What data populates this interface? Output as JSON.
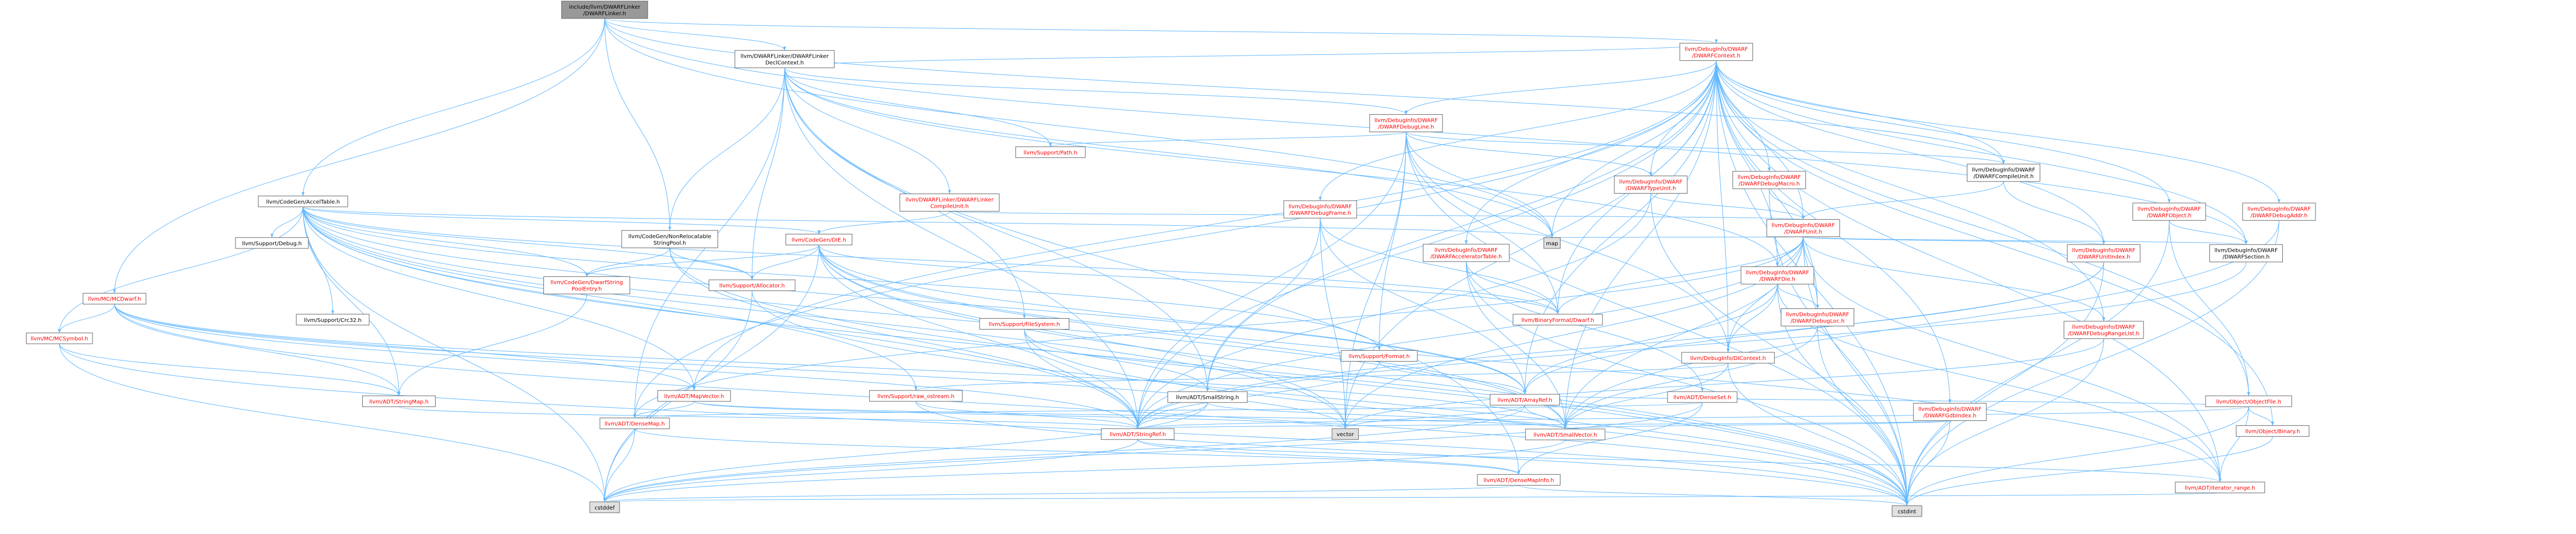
{
  "colors": {
    "root_fill": "#999999",
    "node_fill": "#ffffff",
    "leaf_fill": "#e0e0e0",
    "border": "#666666",
    "edge": "#63b8ff",
    "text_normal": "#000000",
    "text_link": "#ff0000"
  },
  "nodes": [
    {
      "id": "root",
      "lines": [
        "include/llvm/DWARFLinker",
        "/DWARFLinker.h"
      ],
      "style": "root"
    },
    {
      "id": "declcontext",
      "lines": [
        "llvm/DWARFLinker/DWARFLinker",
        "DeclContext.h"
      ],
      "style": "normal"
    },
    {
      "id": "dwarfcontext",
      "lines": [
        "llvm/DebugInfo/DWARF",
        "/DWARFContext.h"
      ],
      "style": "link"
    },
    {
      "id": "accel",
      "lines": [
        "llvm/CodeGen/AccelTable.h"
      ],
      "style": "normal"
    },
    {
      "id": "mcdwarf",
      "lines": [
        "llvm/MC/MCDwarf.h"
      ],
      "style": "link"
    },
    {
      "id": "nonreloc",
      "lines": [
        "llvm/CodeGen/NonRelocatable",
        "StringPool.h"
      ],
      "style": "normal"
    },
    {
      "id": "compileunit",
      "lines": [
        "llvm/DWARFLinker/DWARFLinker",
        "CompileUnit.h"
      ],
      "style": "link"
    },
    {
      "id": "debugline",
      "lines": [
        "llvm/DebugInfo/DWARF",
        "/DWARFDebugLine.h"
      ],
      "style": "link"
    },
    {
      "id": "path",
      "lines": [
        "llvm/Support/Path.h"
      ],
      "style": "link"
    },
    {
      "id": "filesystem",
      "lines": [
        "llvm/Support/FileSystem.h"
      ],
      "style": "link"
    },
    {
      "id": "die",
      "lines": [
        "llvm/CodeGen/DIE.h"
      ],
      "style": "link"
    },
    {
      "id": "debugframe",
      "lines": [
        "llvm/DebugInfo/DWARF",
        "/DWARFDebugFrame.h"
      ],
      "style": "link"
    },
    {
      "id": "typeunit",
      "lines": [
        "llvm/DebugInfo/DWARF",
        "/DWARFTypeUnit.h"
      ],
      "style": "link"
    },
    {
      "id": "debugmacro",
      "lines": [
        "llvm/DebugInfo/DWARF",
        "/DWARFDebugMacro.h"
      ],
      "style": "link"
    },
    {
      "id": "dwcompileunit",
      "lines": [
        "llvm/DebugInfo/DWARF",
        "/DWARFCompileUnit.h"
      ],
      "style": "normal"
    },
    {
      "id": "dwunit",
      "lines": [
        "llvm/DebugInfo/DWARF",
        "/DWARFUnit.h"
      ],
      "style": "link"
    },
    {
      "id": "dwobject",
      "lines": [
        "llvm/DebugInfo/DWARF",
        "/DWARFObject.h"
      ],
      "style": "link"
    },
    {
      "id": "debugaddr",
      "lines": [
        "llvm/DebugInfo/DWARF",
        "/DWARFDebugAddr.h"
      ],
      "style": "link"
    },
    {
      "id": "supportdebug",
      "lines": [
        "llvm/Support/Debug.h"
      ],
      "style": "normal"
    },
    {
      "id": "dwaccel",
      "lines": [
        "llvm/DebugInfo/DWARF",
        "/DWARFAcceleratorTable.h"
      ],
      "style": "link"
    },
    {
      "id": "dwdie",
      "lines": [
        "llvm/DebugInfo/DWARF",
        "/DWARFDie.h"
      ],
      "style": "link"
    },
    {
      "id": "unitindex",
      "lines": [
        "llvm/DebugInfo/DWARF",
        "/DWARFUnitIndex.h"
      ],
      "style": "link"
    },
    {
      "id": "dwsection",
      "lines": [
        "llvm/DebugInfo/DWARF",
        "/DWARFSection.h"
      ],
      "style": "normal"
    },
    {
      "id": "map",
      "lines": [
        "map"
      ],
      "style": "leaf"
    },
    {
      "id": "crc",
      "lines": [
        "llvm/Support/Crc32.h"
      ],
      "style": "normal"
    },
    {
      "id": "dwarfstrpool",
      "lines": [
        "llvm/CodeGen/DwarfString",
        "PoolEntry.h"
      ],
      "style": "link"
    },
    {
      "id": "allocator",
      "lines": [
        "llvm/Support/Allocator.h"
      ],
      "style": "link"
    },
    {
      "id": "binformat",
      "lines": [
        "llvm/BinaryFormat/Dwarf.h"
      ],
      "style": "link"
    },
    {
      "id": "debuglist",
      "lines": [
        "llvm/DebugInfo/DWARF",
        "/DWARFDebugLoc.h"
      ],
      "style": "link"
    },
    {
      "id": "mcsymbol",
      "lines": [
        "llvm/MC/MCSymbol.h"
      ],
      "style": "link"
    },
    {
      "id": "format",
      "lines": [
        "llvm/Support/Format.h"
      ],
      "style": "link"
    },
    {
      "id": "dicontext",
      "lines": [
        "llvm/DebugInfo/DIContext.h"
      ],
      "style": "link"
    },
    {
      "id": "rangelist",
      "lines": [
        "llvm/DebugInfo/DWARF",
        "/DWARFDebugRangeList.h"
      ],
      "style": "link"
    },
    {
      "id": "stringmap",
      "lines": [
        "llvm/ADT/StringMap.h"
      ],
      "style": "link"
    },
    {
      "id": "mapvector",
      "lines": [
        "llvm/ADT/MapVector.h"
      ],
      "style": "link"
    },
    {
      "id": "rawostream",
      "lines": [
        "llvm/Support/raw_ostream.h"
      ],
      "style": "link"
    },
    {
      "id": "smallstring",
      "lines": [
        "llvm/ADT/SmallString.h"
      ],
      "style": "normal"
    },
    {
      "id": "arrayref",
      "lines": [
        "llvm/ADT/ArrayRef.h"
      ],
      "style": "link"
    },
    {
      "id": "denseset",
      "lines": [
        "llvm/ADT/DenseSet.h"
      ],
      "style": "link"
    },
    {
      "id": "gdbindex",
      "lines": [
        "llvm/DebugInfo/DWARF",
        "/DWARFGdbIndex.h"
      ],
      "style": "link"
    },
    {
      "id": "objectfile",
      "lines": [
        "llvm/Object/ObjectFile.h"
      ],
      "style": "link"
    },
    {
      "id": "densemap",
      "lines": [
        "llvm/ADT/DenseMap.h"
      ],
      "style": "link"
    },
    {
      "id": "stringref",
      "lines": [
        "llvm/ADT/StringRef.h"
      ],
      "style": "link"
    },
    {
      "id": "vector",
      "lines": [
        "vector"
      ],
      "style": "leaf"
    },
    {
      "id": "smallvector",
      "lines": [
        "llvm/ADT/SmallVector.h"
      ],
      "style": "link"
    },
    {
      "id": "binary",
      "lines": [
        "llvm/Object/Binary.h"
      ],
      "style": "link"
    },
    {
      "id": "densemapinfo",
      "lines": [
        "llvm/ADT/DenseMapInfo.h"
      ],
      "style": "link"
    },
    {
      "id": "iterrange",
      "lines": [
        "llvm/ADT/iterator_range.h"
      ],
      "style": "link"
    },
    {
      "id": "cstddef",
      "lines": [
        "cstddef"
      ],
      "style": "leaf"
    },
    {
      "id": "cstdint",
      "lines": [
        "cstdint"
      ],
      "style": "leaf"
    }
  ],
  "edges": [
    [
      "root",
      "declcontext"
    ],
    [
      "root",
      "dwarfcontext"
    ],
    [
      "root",
      "accel"
    ],
    [
      "root",
      "mcdwarf"
    ],
    [
      "root",
      "nonreloc"
    ],
    [
      "root",
      "dwcompileunit"
    ],
    [
      "root",
      "dwsection"
    ],
    [
      "root",
      "map"
    ],
    [
      "declcontext",
      "compileunit"
    ],
    [
      "declcontext",
      "debugline"
    ],
    [
      "declcontext",
      "path"
    ],
    [
      "declcontext",
      "filesystem"
    ],
    [
      "declcontext",
      "nonreloc"
    ],
    [
      "declcontext",
      "dwdie"
    ],
    [
      "declcontext",
      "densemap"
    ],
    [
      "declcontext",
      "densemapinfo"
    ],
    [
      "declcontext",
      "stringref"
    ],
    [
      "declcontext",
      "allocator"
    ],
    [
      "declcontext",
      "smallstring"
    ],
    [
      "declcontext",
      "map"
    ],
    [
      "declcontext",
      "dwarfcontext"
    ],
    [
      "compileunit",
      "die"
    ],
    [
      "compileunit",
      "dwunit"
    ],
    [
      "dwarfcontext",
      "debugline"
    ],
    [
      "dwarfcontext",
      "debugframe"
    ],
    [
      "dwarfcontext",
      "typeunit"
    ],
    [
      "dwarfcontext",
      "debugmacro"
    ],
    [
      "dwarfcontext",
      "dwcompileunit"
    ],
    [
      "dwarfcontext",
      "dwunit"
    ],
    [
      "dwarfcontext",
      "dwobject"
    ],
    [
      "dwarfcontext",
      "debugaddr"
    ],
    [
      "dwarfcontext",
      "dwaccel"
    ],
    [
      "dwarfcontext",
      "dwdie"
    ],
    [
      "dwarfcontext",
      "unitindex"
    ],
    [
      "dwarfcontext",
      "dwsection"
    ],
    [
      "dwarfcontext",
      "map"
    ],
    [
      "dwarfcontext",
      "debuglist"
    ],
    [
      "dwarfcontext",
      "dicontext"
    ],
    [
      "dwarfcontext",
      "rangelist"
    ],
    [
      "dwarfcontext",
      "gdbindex"
    ],
    [
      "dwarfcontext",
      "objectfile"
    ],
    [
      "dwarfcontext",
      "binary"
    ],
    [
      "dwarfcontext",
      "iterrange"
    ],
    [
      "dwarfcontext",
      "smallvector"
    ],
    [
      "dwarfcontext",
      "stringref"
    ],
    [
      "dwarfcontext",
      "mapvector"
    ],
    [
      "dwarfcontext",
      "smallstring"
    ],
    [
      "dwarfcontext",
      "vector"
    ],
    [
      "dwarfcontext",
      "cstdint"
    ],
    [
      "dwarfcontext",
      "densemap"
    ],
    [
      "dwarfcontext",
      "binformat"
    ],
    [
      "dwarfcontext",
      "arrayref"
    ],
    [
      "accel",
      "supportdebug"
    ],
    [
      "accel",
      "die"
    ],
    [
      "accel",
      "crc"
    ],
    [
      "accel",
      "dwarfstrpool"
    ],
    [
      "accel",
      "allocator"
    ],
    [
      "accel",
      "binformat"
    ],
    [
      "accel",
      "mcsymbol"
    ],
    [
      "accel",
      "stringmap"
    ],
    [
      "accel",
      "mapvector"
    ],
    [
      "accel",
      "rawostream"
    ],
    [
      "accel",
      "stringref"
    ],
    [
      "accel",
      "smallvector"
    ],
    [
      "accel",
      "arrayref"
    ],
    [
      "accel",
      "format"
    ],
    [
      "accel",
      "cstddef"
    ],
    [
      "accel",
      "cstdint"
    ],
    [
      "accel",
      "vector"
    ],
    [
      "accel",
      "map"
    ],
    [
      "mcdwarf",
      "mcsymbol"
    ],
    [
      "mcdwarf",
      "stringmap"
    ],
    [
      "mcdwarf",
      "mapvector"
    ],
    [
      "mcdwarf",
      "stringref"
    ],
    [
      "mcdwarf",
      "smallvector"
    ],
    [
      "mcdwarf",
      "cstdint"
    ],
    [
      "mcdwarf",
      "vector"
    ],
    [
      "nonreloc",
      "dwarfstrpool"
    ],
    [
      "nonreloc",
      "allocator"
    ],
    [
      "nonreloc",
      "stringref"
    ],
    [
      "nonreloc",
      "cstdint"
    ],
    [
      "debugline",
      "path"
    ],
    [
      "debugline",
      "typeunit"
    ],
    [
      "debugline",
      "dwcompileunit"
    ],
    [
      "debugline",
      "dicontext"
    ],
    [
      "debugline",
      "stringref"
    ],
    [
      "debugline",
      "vector"
    ],
    [
      "debugline",
      "map"
    ],
    [
      "debugline",
      "format"
    ],
    [
      "debugline",
      "binformat"
    ],
    [
      "debugline",
      "cstdint"
    ],
    [
      "filesystem",
      "smallstring"
    ],
    [
      "filesystem",
      "stringref"
    ],
    [
      "filesystem",
      "cstdint"
    ],
    [
      "die",
      "dwarfstrpool"
    ],
    [
      "die",
      "allocator"
    ],
    [
      "die",
      "stringref"
    ],
    [
      "die",
      "smallvector"
    ],
    [
      "die",
      "binformat"
    ],
    [
      "die",
      "cstddef"
    ],
    [
      "die",
      "cstdint"
    ],
    [
      "die",
      "vector"
    ],
    [
      "die",
      "iterrange"
    ],
    [
      "die",
      "arrayref"
    ],
    [
      "debugframe",
      "smallstring"
    ],
    [
      "debugframe",
      "arrayref"
    ],
    [
      "debugframe",
      "vector"
    ],
    [
      "debugframe",
      "binformat"
    ],
    [
      "typeunit",
      "dwunit"
    ],
    [
      "typeunit",
      "stringref"
    ],
    [
      "typeunit",
      "cstdint"
    ],
    [
      "debugmacro",
      "dwunit"
    ],
    [
      "debugmacro",
      "cstdint"
    ],
    [
      "dwcompileunit",
      "dwunit"
    ],
    [
      "dwcompileunit",
      "unitindex"
    ],
    [
      "dwunit",
      "dwdie"
    ],
    [
      "dwunit",
      "debuglist"
    ],
    [
      "dwunit",
      "dwsection"
    ],
    [
      "dwunit",
      "unitindex"
    ],
    [
      "dwunit",
      "rangelist"
    ],
    [
      "dwunit",
      "dicontext"
    ],
    [
      "dwunit",
      "densemap"
    ],
    [
      "dwunit",
      "iterrange"
    ],
    [
      "dwunit",
      "stringref"
    ],
    [
      "dwunit",
      "map"
    ],
    [
      "dwunit",
      "vector"
    ],
    [
      "dwunit",
      "cstdint"
    ],
    [
      "dwunit",
      "binformat"
    ],
    [
      "dwunit",
      "smallvector"
    ],
    [
      "dwobject",
      "objectfile"
    ],
    [
      "dwobject",
      "dwsection"
    ],
    [
      "dwobject",
      "cstdint"
    ],
    [
      "debugaddr",
      "smallvector"
    ],
    [
      "debugaddr",
      "cstdint"
    ],
    [
      "dwaccel",
      "smallvector"
    ],
    [
      "dwaccel",
      "binformat"
    ],
    [
      "dwaccel",
      "denseset"
    ],
    [
      "dwaccel",
      "cstdint"
    ],
    [
      "dwdie",
      "arrayref"
    ],
    [
      "dwdie",
      "iterrange"
    ],
    [
      "dwdie",
      "debuglist"
    ],
    [
      "dwdie",
      "dicontext"
    ],
    [
      "dwdie",
      "cstdint"
    ],
    [
      "unitindex",
      "stringref"
    ],
    [
      "unitindex",
      "arrayref"
    ],
    [
      "unitindex",
      "cstdint"
    ],
    [
      "dwsection",
      "stringref"
    ],
    [
      "dwarfstrpool",
      "stringmap"
    ],
    [
      "allocator",
      "cstddef"
    ],
    [
      "allocator",
      "cstdint"
    ],
    [
      "debuglist",
      "smallvector"
    ],
    [
      "debuglist",
      "cstdint"
    ],
    [
      "mcsymbol",
      "stringmap"
    ],
    [
      "mcsymbol",
      "cstddef"
    ],
    [
      "mcsymbol",
      "cstdint"
    ],
    [
      "format",
      "arrayref"
    ],
    [
      "format",
      "stringref"
    ],
    [
      "dicontext",
      "smallvector"
    ],
    [
      "dicontext",
      "rawostream"
    ],
    [
      "dicontext",
      "cstdint"
    ],
    [
      "rangelist",
      "vector"
    ],
    [
      "rangelist",
      "cstdint"
    ],
    [
      "stringmap",
      "stringref"
    ],
    [
      "mapvector",
      "densemap"
    ],
    [
      "mapvector",
      "smallvector"
    ],
    [
      "mapvector",
      "vector"
    ],
    [
      "rawostream",
      "stringref"
    ],
    [
      "rawostream",
      "cstdint"
    ],
    [
      "smallstring",
      "stringref"
    ],
    [
      "smallstring",
      "smallvector"
    ],
    [
      "smallstring",
      "cstddef"
    ],
    [
      "arrayref",
      "smallvector"
    ],
    [
      "arrayref",
      "vector"
    ],
    [
      "arrayref",
      "cstddef"
    ],
    [
      "denseset",
      "densemap"
    ],
    [
      "denseset",
      "densemapinfo"
    ],
    [
      "denseset",
      "cstddef"
    ],
    [
      "gdbindex",
      "stringref"
    ],
    [
      "gdbindex",
      "smallvector"
    ],
    [
      "gdbindex",
      "cstdint"
    ],
    [
      "objectfile",
      "stringref"
    ],
    [
      "objectfile",
      "arrayref"
    ],
    [
      "objectfile",
      "binary"
    ],
    [
      "objectfile",
      "iterrange"
    ],
    [
      "objectfile",
      "cstdint"
    ],
    [
      "densemap",
      "densemapinfo"
    ],
    [
      "densemap",
      "cstddef"
    ],
    [
      "stringref",
      "densemapinfo"
    ],
    [
      "stringref",
      "iterrange"
    ],
    [
      "stringref",
      "cstddef"
    ],
    [
      "smallvector",
      "cstddef"
    ],
    [
      "binary",
      "cstdint"
    ],
    [
      "densemapinfo",
      "cstddef"
    ],
    [
      "densemapinfo",
      "cstdint"
    ],
    [
      "iterrange",
      "cstddef"
    ]
  ]
}
